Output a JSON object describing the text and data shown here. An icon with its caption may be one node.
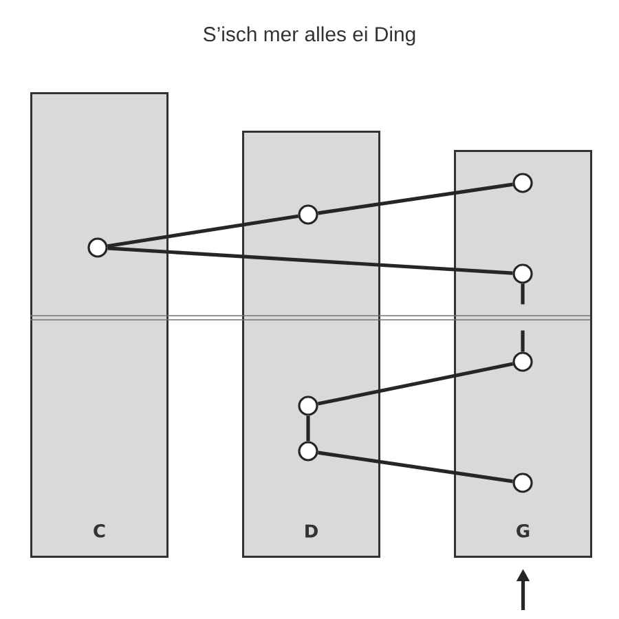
{
  "diagram": {
    "title": "S’isch mer alles ei Ding",
    "nodes": [
      {
        "text": [
          "C"
        ]
      },
      {
        "text": [
          "D"
        ]
      },
      {
        "text": [
          "G"
        ]
      },
      {
        "text": [],
        "shape": "circle",
        "in": 0
      },
      {
        "text": [],
        "shape": "circle",
        "in": 1
      },
      {
        "text": [],
        "shape": "circle",
        "in": 1
      },
      {
        "text": [],
        "shape": "circle",
        "in": 1
      },
      {
        "text": [],
        "shape": "circle",
        "in": 2
      },
      {
        "text": [],
        "shape": "circle",
        "in": 2
      },
      {
        "text": [],
        "shape": "circle",
        "in": 2
      },
      {
        "text": [],
        "shape": "circle",
        "in": 2
      }
    ],
    "edges": [
      {
        "from": 3,
        "to": 4,
        "arrow": "none"
      },
      {
        "from": 4,
        "to": 7,
        "arrow": "none"
      },
      {
        "from": 3,
        "to": 8,
        "arrow": "none"
      },
      {
        "from": 8,
        "to": 9,
        "arrow": "none",
        "style": "dashed"
      },
      {
        "from": 9,
        "to": 5,
        "arrow": "none"
      },
      {
        "from": 5,
        "to": 6,
        "arrow": "none"
      },
      {
        "from": 6,
        "to": 10,
        "arrow": "none"
      },
      {
        "from": null,
        "to": 2,
        "arrow": "to"
      }
    ]
  }
}
